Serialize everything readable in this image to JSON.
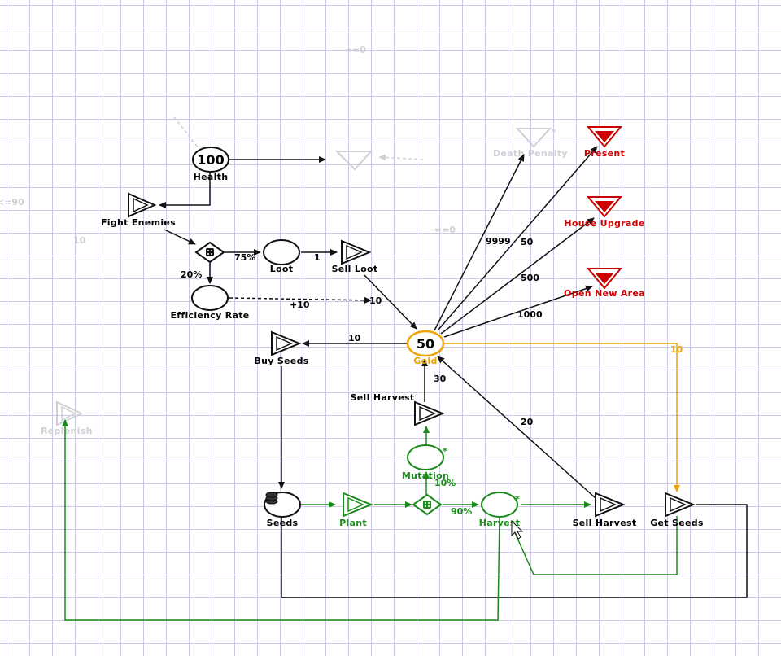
{
  "colors": {
    "grid": "#c9c9e6",
    "black": "#111111",
    "gold": "#f0a300",
    "green": "#1a8a1a",
    "red": "#cc0000",
    "faded": "#cfcfd6"
  },
  "nodes": {
    "health": {
      "value": "100",
      "label": "Health"
    },
    "fight_enemies": {
      "label": "Fight Enemies"
    },
    "loot": {
      "label": "Loot"
    },
    "sell_loot": {
      "label": "Sell Loot"
    },
    "efficiency_rate": {
      "label": "Efficiency Rate"
    },
    "gold": {
      "value": "50",
      "label": "Gold"
    },
    "buy_seeds": {
      "label": "Buy Seeds"
    },
    "sell_harvest_top": {
      "label": "Sell Harvest"
    },
    "mutation": {
      "label": "Mutation"
    },
    "seeds": {
      "label": "Seeds"
    },
    "plant": {
      "label": "Plant"
    },
    "harvest": {
      "label": "Harvest"
    },
    "sell_harvest_bottom": {
      "label": "Sell Harvest"
    },
    "get_seeds": {
      "label": "Get Seeds"
    },
    "replenish": {
      "label": "Replenish"
    },
    "death_penalty": {
      "label": "Death Penalty"
    },
    "present": {
      "label": "Present"
    },
    "house_upgrade": {
      "label": "House Upgrade"
    },
    "open_new_area": {
      "label": "Open New Area"
    }
  },
  "edge_labels": {
    "loot_pct": "75%",
    "efficiency_pct": "20%",
    "loot_to_sell": "1",
    "efficiency_modifier": "+10",
    "efficiency_target": "10",
    "buy_seeds_cost": "10",
    "death_penalty_cost": "9999",
    "present_cost": "50",
    "house_upgrade_cost": "500",
    "open_new_area_cost": "1000",
    "get_seeds_cost": "10",
    "sell_harvest_top_value": "30",
    "sell_harvest_bottom_value": "20",
    "mutation_pct": "10%",
    "harvest_pct": "90%"
  },
  "faded_labels": {
    "top_condition": "==0",
    "mid_condition": "==0",
    "left_condition": "<=90",
    "left_value": "10"
  },
  "markers": {
    "mutation_star": "*",
    "harvest_star": "*",
    "death_star": "*"
  }
}
